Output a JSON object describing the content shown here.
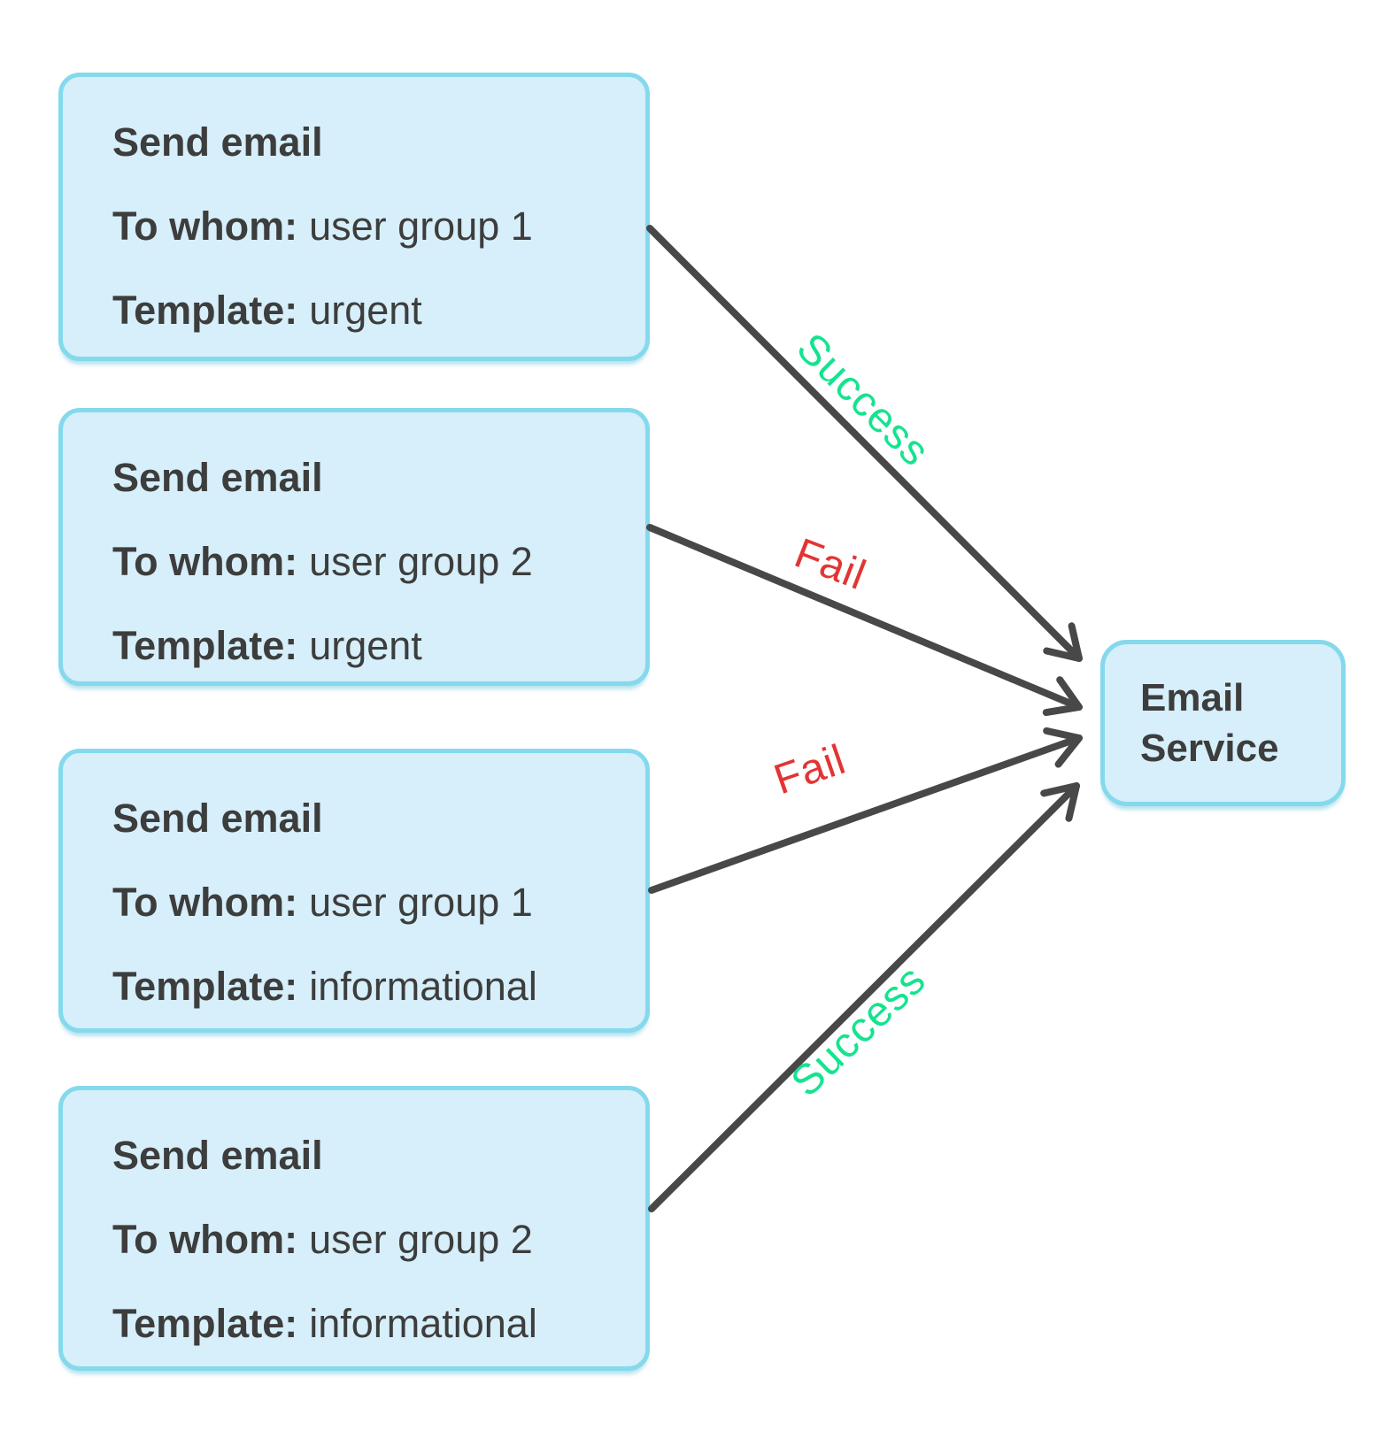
{
  "diagram": {
    "colors": {
      "box_fill": "#d6effa",
      "box_border": "#85d9ec",
      "text": "#3d3d3d",
      "arrow": "#484848",
      "success": "#15e38f",
      "fail": "#e33434"
    },
    "sender_boxes": [
      {
        "title": "Send email",
        "to_label": "To whom:",
        "to_value": "user group 1",
        "template_label": "Template:",
        "template_value": "urgent"
      },
      {
        "title": "Send email",
        "to_label": "To whom:",
        "to_value": "user group 2",
        "template_label": "Template:",
        "template_value": "urgent"
      },
      {
        "title": "Send email",
        "to_label": "To whom:",
        "to_value": "user group 1",
        "template_label": "Template:",
        "template_value": "informational"
      },
      {
        "title": "Send email",
        "to_label": "To whom:",
        "to_value": "user group 2",
        "template_label": "Template:",
        "template_value": "informational"
      }
    ],
    "service_box": {
      "label": "Email Service"
    },
    "edges": [
      {
        "from": "sender-box-1",
        "to": "email-service",
        "label": "Success",
        "status": "success"
      },
      {
        "from": "sender-box-2",
        "to": "email-service",
        "label": "Fail",
        "status": "fail"
      },
      {
        "from": "sender-box-3",
        "to": "email-service",
        "label": "Fail",
        "status": "fail"
      },
      {
        "from": "sender-box-4",
        "to": "email-service",
        "label": "Success",
        "status": "success"
      }
    ]
  }
}
